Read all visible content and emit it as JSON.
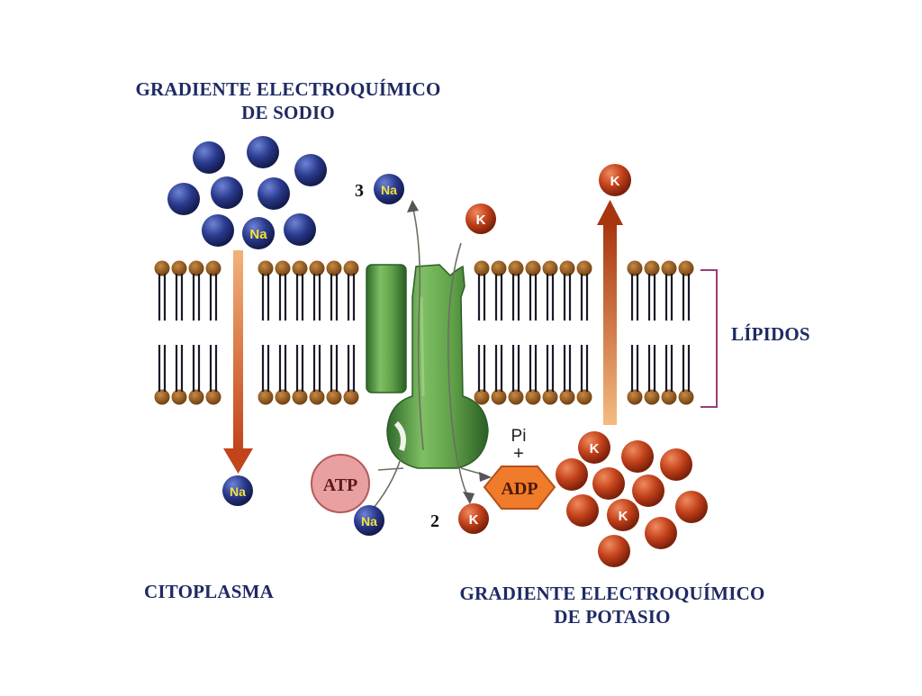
{
  "labels": {
    "sodium_title_line1": "GRADIENTE ELECTROQUÍMICO",
    "sodium_title_line2": "DE SODIO",
    "potassium_title_line1": "GRADIENTE ELECTROQUÍMICO",
    "potassium_title_line2": "DE POTASIO",
    "cytoplasm": "CITOPLASMA",
    "lipids": "LÍPIDOS"
  },
  "molecules": {
    "sodium": "Na",
    "potassium": "K",
    "atp": "ATP",
    "adp": "ADP",
    "phosphate": "Pi",
    "plus": "+"
  },
  "counts": {
    "sodium_out": "3",
    "potassium_in": "2"
  },
  "colors": {
    "sodium": "#2a3a8c",
    "potassium": "#c2411a",
    "protein": "#4a8a3c",
    "atp": "#e9a0a0",
    "adp": "#f07b2a",
    "title": "#1e2a63",
    "lipid_head": "#8a4a12",
    "arrow": "#c0501a"
  }
}
